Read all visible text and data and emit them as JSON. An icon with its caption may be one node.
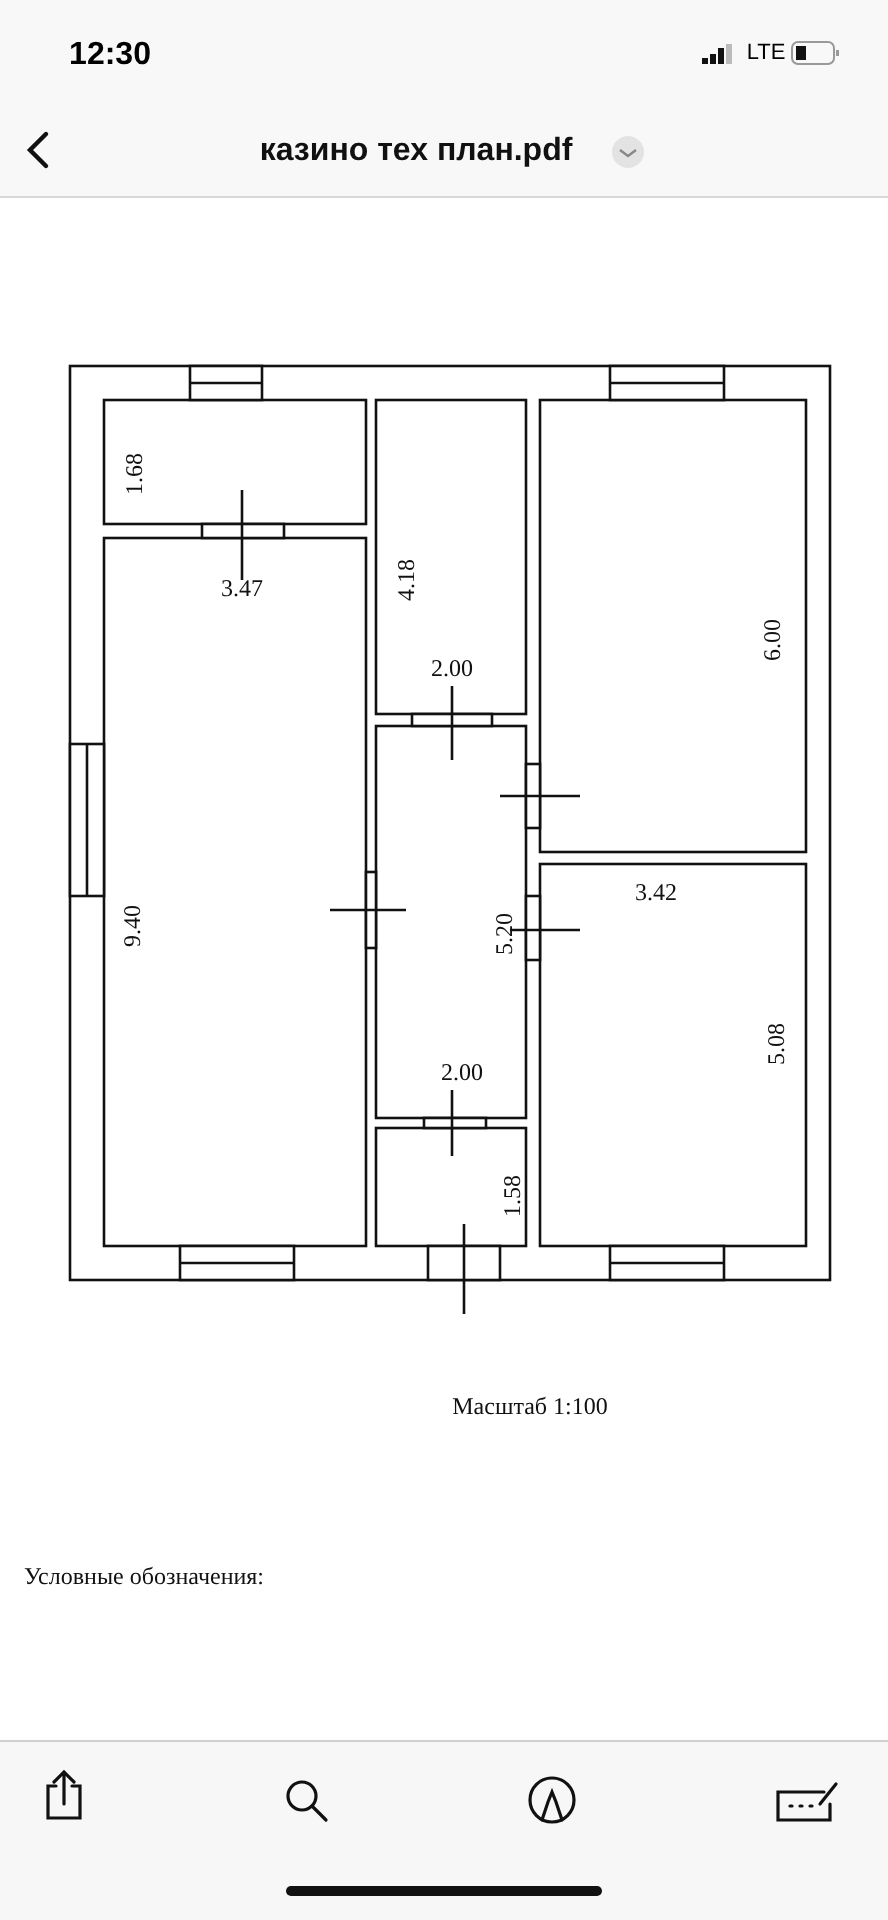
{
  "diagram": {
    "title": "казино тех план.pdf",
    "labels": [
      "12:30",
      "LTE",
      "1.68",
      "3.47",
      "4.18",
      "2.00",
      "6.00",
      "9.40",
      "3.42",
      "5.20",
      "2.00",
      "5.08",
      "1.58",
      "Масштаб 1:100",
      "Условные обозначения:"
    ]
  }
}
